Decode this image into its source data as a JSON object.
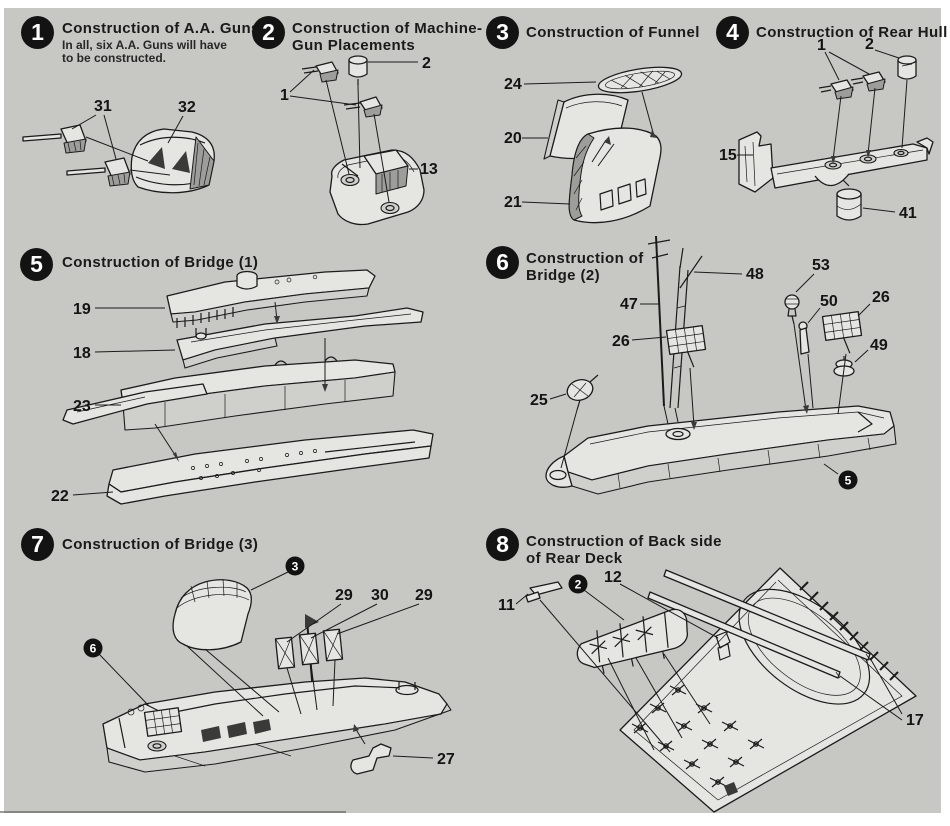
{
  "sheet": {
    "bg": "#c7c7c4",
    "paper": "#ffffff",
    "ink": "#1b1b1a"
  },
  "steps": {
    "s1": {
      "num": "1",
      "title": "Construction of A.A. Guns",
      "sub1": "In all, six A.A. Guns will have",
      "sub2": "to be constructed.",
      "parts": {
        "p31": "31",
        "p32": "32"
      }
    },
    "s2": {
      "num": "2",
      "title1": "Construction of Machine-",
      "title2": "Gun Placements",
      "parts": {
        "p1": "1",
        "p2": "2",
        "p13": "13"
      }
    },
    "s3": {
      "num": "3",
      "title": "Construction of Funnel",
      "parts": {
        "p24": "24",
        "p20": "20",
        "p21": "21"
      }
    },
    "s4": {
      "num": "4",
      "title": "Construction of Rear Hull",
      "parts": {
        "p1": "1",
        "p2": "2",
        "p15": "15",
        "p41": "41"
      }
    },
    "s5": {
      "num": "5",
      "title": "Construction of Bridge (1)",
      "parts": {
        "p19": "19",
        "p18": "18",
        "p23": "23",
        "p22": "22"
      }
    },
    "s6": {
      "num": "6",
      "title1": "Construction of",
      "title2": "Bridge (2)",
      "parts": {
        "p47": "47",
        "p48": "48",
        "p53": "53",
        "p50": "50",
        "p26a": "26",
        "p26b": "26",
        "p49": "49",
        "p25": "25"
      },
      "ref": "5"
    },
    "s7": {
      "num": "7",
      "title": "Construction of Bridge (3)",
      "parts": {
        "p29a": "29",
        "p30": "30",
        "p29b": "29",
        "p27": "27"
      },
      "refA": "3",
      "refB": "6"
    },
    "s8": {
      "num": "8",
      "title1": "Construction of Back side",
      "title2": "of Rear Deck",
      "parts": {
        "p11": "11",
        "p12": "12",
        "p17": "17"
      },
      "ref": "2"
    }
  }
}
